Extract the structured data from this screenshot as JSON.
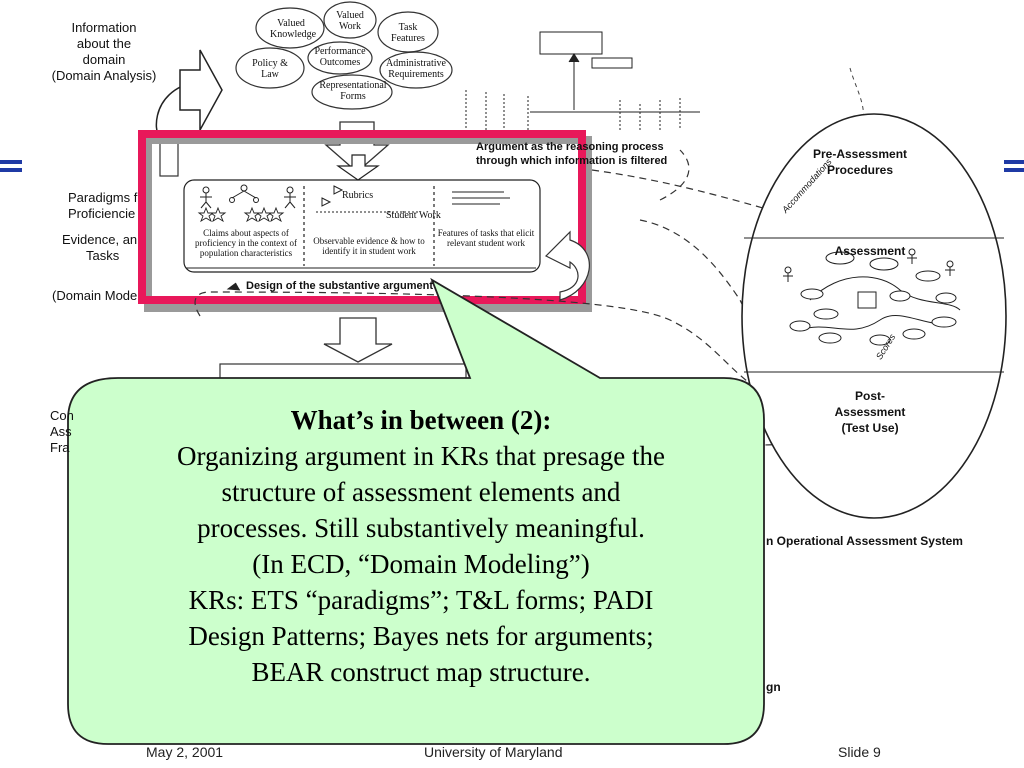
{
  "left_labels": {
    "domain_analysis_1": "Information",
    "domain_analysis_2": "about the",
    "domain_analysis_3": "domain",
    "domain_analysis_4": "(Domain Analysis)",
    "paradigms_1": "Paradigms f",
    "paradigms_2": "Proficiencie",
    "evidence_1": "Evidence, an",
    "evidence_2": "Tasks",
    "domain_model": "(Domain Mode",
    "cut_1": "Con",
    "cut_2": "Ass",
    "cut_3": "Fra"
  },
  "clouds": {
    "valued_knowledge": "Valued Knowledge",
    "valued_work": "Valued Work",
    "task_features": "Task Features",
    "performance_outcomes": "Performance Outcomes",
    "policy_law": "Policy & Law",
    "administrative": "Administrative Requirements",
    "representational": "Representational Forms"
  },
  "argument_caption_1": "Argument as the reasoning process",
  "argument_caption_2": "through which information is filtered",
  "substantive": {
    "rubrics": "Rubrics",
    "student_work": "Student Work",
    "claims": "Claims about aspects of proficiency in the context of population characteristics",
    "observable": "Observable evidence & how to identify it in student work",
    "features": "Features of tasks that elicit relevant student work",
    "design_caption": "Design of the substantive argument"
  },
  "ellipse": {
    "pre_1": "Pre-Assessment",
    "pre_2": "Procedures",
    "accommodations": "Accommodations",
    "assessment": "Assessment",
    "scores": "Scores",
    "post_1": "Post-",
    "post_2": "Assessment",
    "post_3": "(Test Use)"
  },
  "operational_caption": "n Operational Assessment System",
  "lower_fragment": "gn",
  "bubble": {
    "heading": "What’s in between (2):",
    "lines": [
      "Organizing argument in KRs that presage the",
      "structure of assessment elements and",
      "processes.  Still substantively meaningful.",
      "(In ECD, “Domain Modeling”)",
      "KRs: ETS “paradigms”; T&L forms; PADI",
      "Design Patterns; Bayes nets for arguments;",
      "BEAR construct map structure."
    ]
  },
  "footer": {
    "date": "May 2, 2001",
    "org": "University of Maryland",
    "slide": "Slide 9"
  },
  "colors": {
    "highlight_box": "#e8185a",
    "bubble_fill": "#ccffcc",
    "edge_marker": "#1f3aa5"
  }
}
